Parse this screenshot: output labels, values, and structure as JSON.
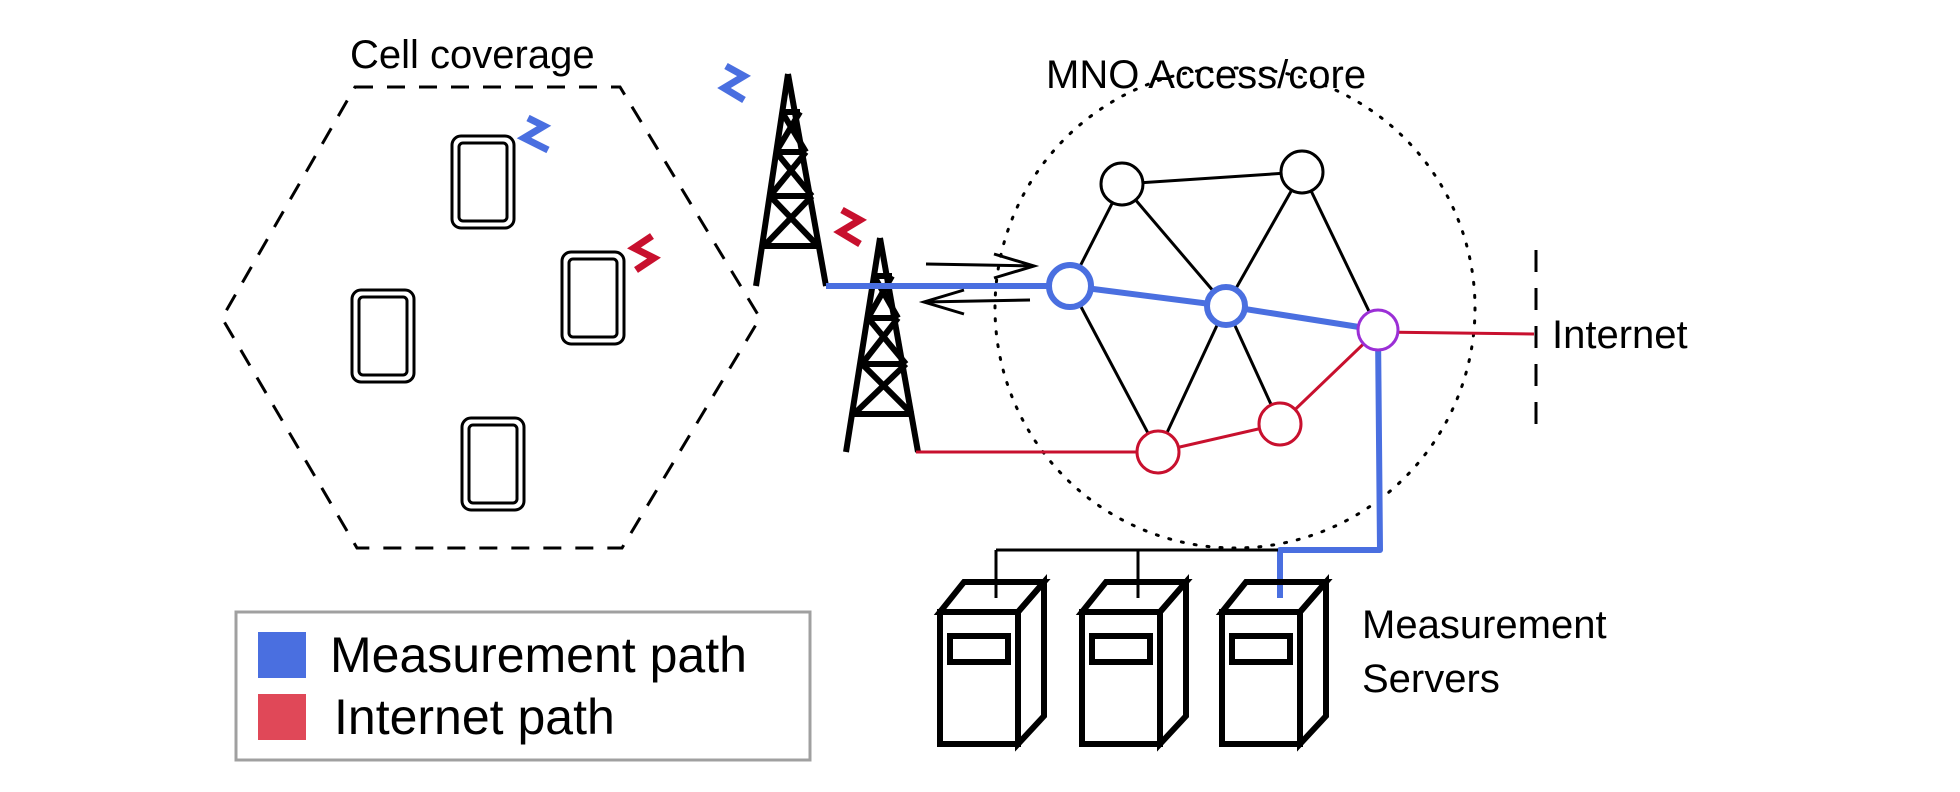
{
  "labels": {
    "cell_coverage": "Cell coverage",
    "mno_core": "MNO Access/core",
    "internet": "Internet",
    "servers_line1": "Measurement",
    "servers_line2": "Servers"
  },
  "legend": {
    "items": [
      {
        "label": "Measurement path",
        "color": "#4a6fe0"
      },
      {
        "label": "Internet path",
        "color": "#e04858"
      }
    ]
  },
  "colors": {
    "measurement_path": "#4a6fe0",
    "internet_path": "#c8102e",
    "gateway_node": "#9b2fd6",
    "outline": "#000000"
  },
  "icons": [
    "phone-icon",
    "cell-tower-icon",
    "server-icon",
    "radio-signal-icon"
  ]
}
